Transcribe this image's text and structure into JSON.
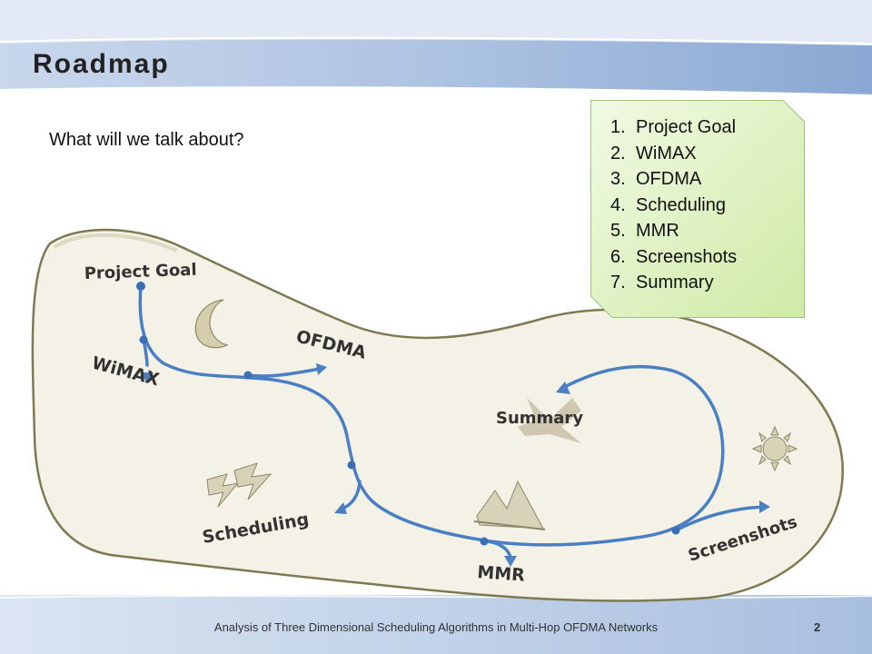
{
  "slide": {
    "title": "Roadmap",
    "question": "What will we talk about?",
    "agenda": [
      {
        "num": "1.",
        "label": "Project Goal"
      },
      {
        "num": "2.",
        "label": "WiMAX"
      },
      {
        "num": "3.",
        "label": "OFDMA"
      },
      {
        "num": "4.",
        "label": "Scheduling"
      },
      {
        "num": "5.",
        "label": "MMR"
      },
      {
        "num": "6.",
        "label": "Screenshots"
      },
      {
        "num": "7.",
        "label": "Summary"
      }
    ],
    "map_labels": {
      "project_goal": "Project Goal",
      "wimax": "WiMAX",
      "ofdma": "OFDMA",
      "scheduling": "Scheduling",
      "mmr": "MMR",
      "summary": "Summary",
      "screenshots": "Screenshots"
    },
    "footer": "Analysis of Three Dimensional Scheduling Algorithms in  Multi-Hop OFDMA Networks",
    "page_number": "2"
  },
  "colors": {
    "path": "#4a7fc3",
    "land_fill": "#f4f1e6",
    "land_stroke": "#7d7a52",
    "agenda_fill": "#dff2c0",
    "header_band": "#9db5d8"
  }
}
